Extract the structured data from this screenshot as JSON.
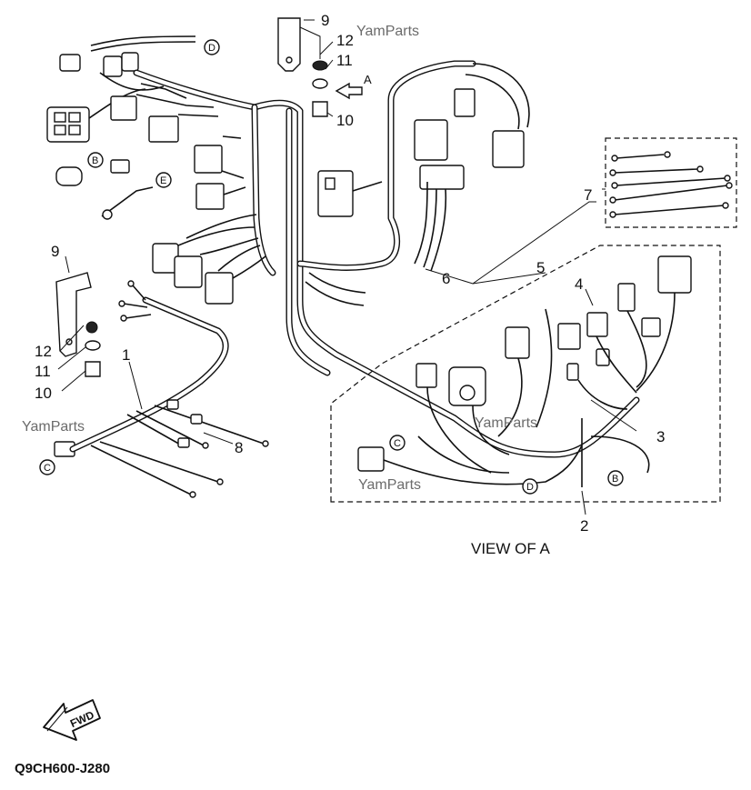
{
  "diagram": {
    "part_numbers": [
      "9",
      "12",
      "11",
      "10",
      "7",
      "5",
      "6",
      "4",
      "3",
      "8",
      "1",
      "2",
      "9",
      "12",
      "11",
      "10"
    ],
    "callout_letters": [
      "A",
      "B",
      "C",
      "D",
      "E"
    ],
    "view_caption": "VIEW OF A",
    "arrow_direction_label": "FWD",
    "drawing_code": "Q9CH600-J280",
    "watermark": "YamParts"
  }
}
